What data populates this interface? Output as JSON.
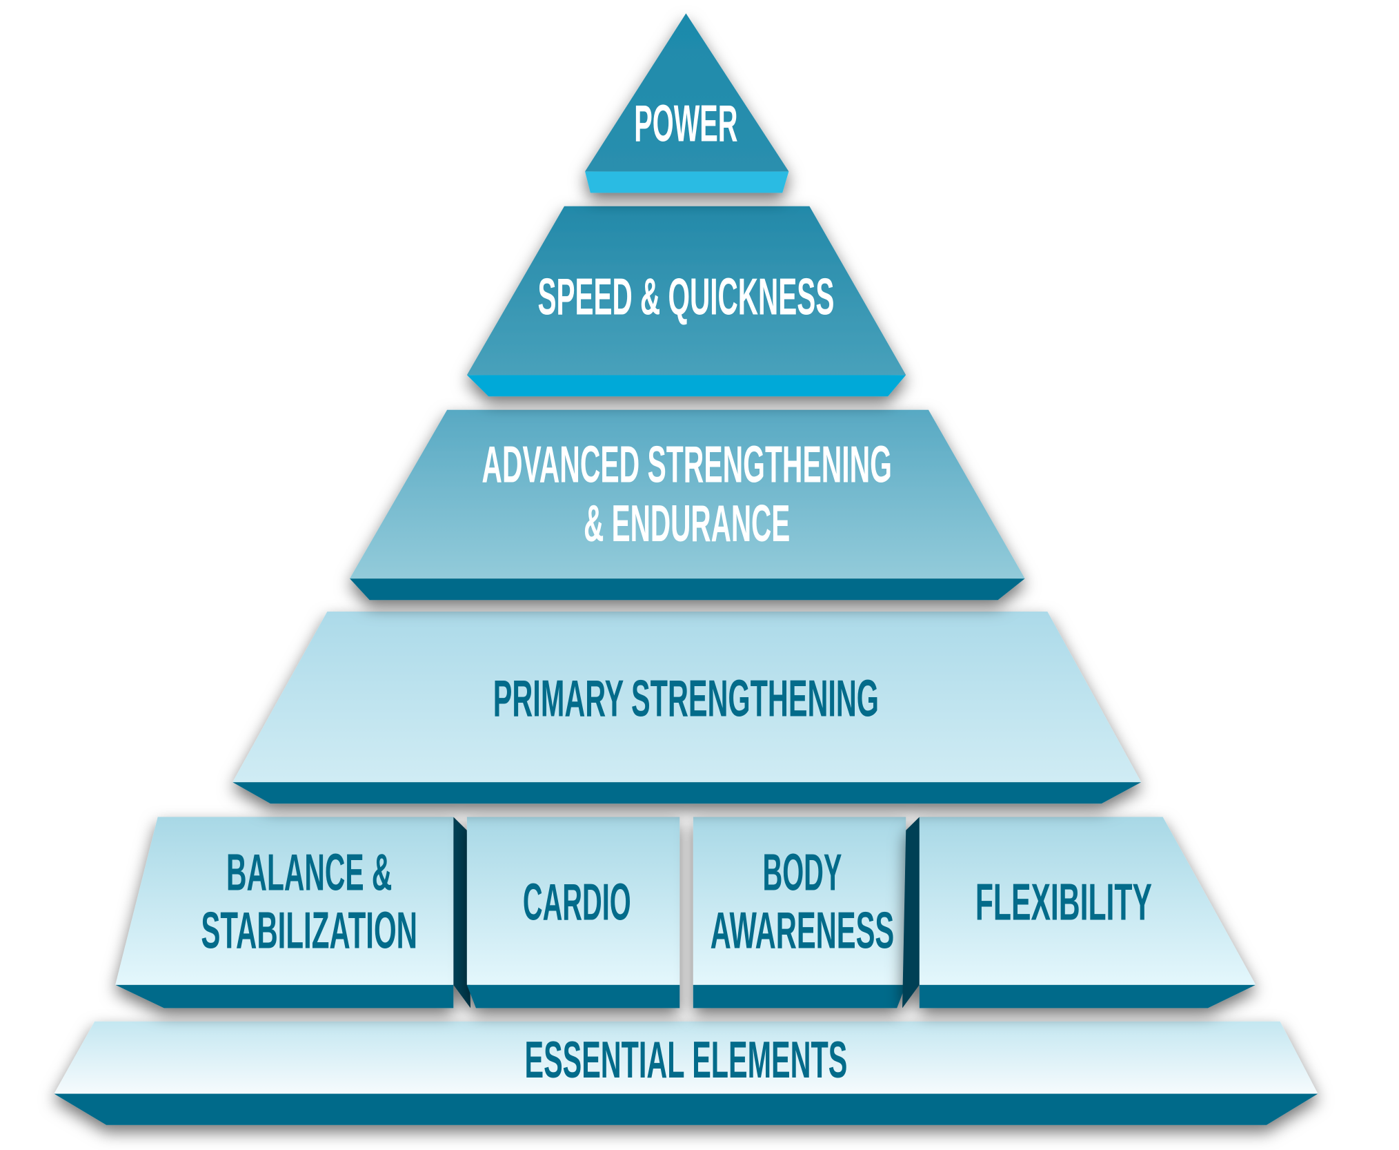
{
  "colors": {
    "dark_teal": "#006b8a",
    "side_dark": "#003f55",
    "power_base": "#2bbbe3",
    "speed_base": "#00a9d8",
    "label_light": "#ffffff",
    "label_dark": "#036b8a"
  },
  "pyramid": {
    "power": {
      "label": "POWER"
    },
    "speed": {
      "label": "SPEED & QUICKNESS"
    },
    "advanced": {
      "line1": "ADVANCED STRENGTHENING",
      "line2": "& ENDURANCE"
    },
    "primary": {
      "label": "PRIMARY STRENGTHENING"
    },
    "balance": {
      "line1": "BALANCE &",
      "line2": "STABILIZATION"
    },
    "cardio": {
      "label": "CARDIO"
    },
    "body": {
      "line1": "BODY",
      "line2": "AWARENESS"
    },
    "flexibility": {
      "label": "FLEXIBILITY"
    },
    "essential": {
      "label": "ESSENTIAL ELEMENTS"
    }
  }
}
